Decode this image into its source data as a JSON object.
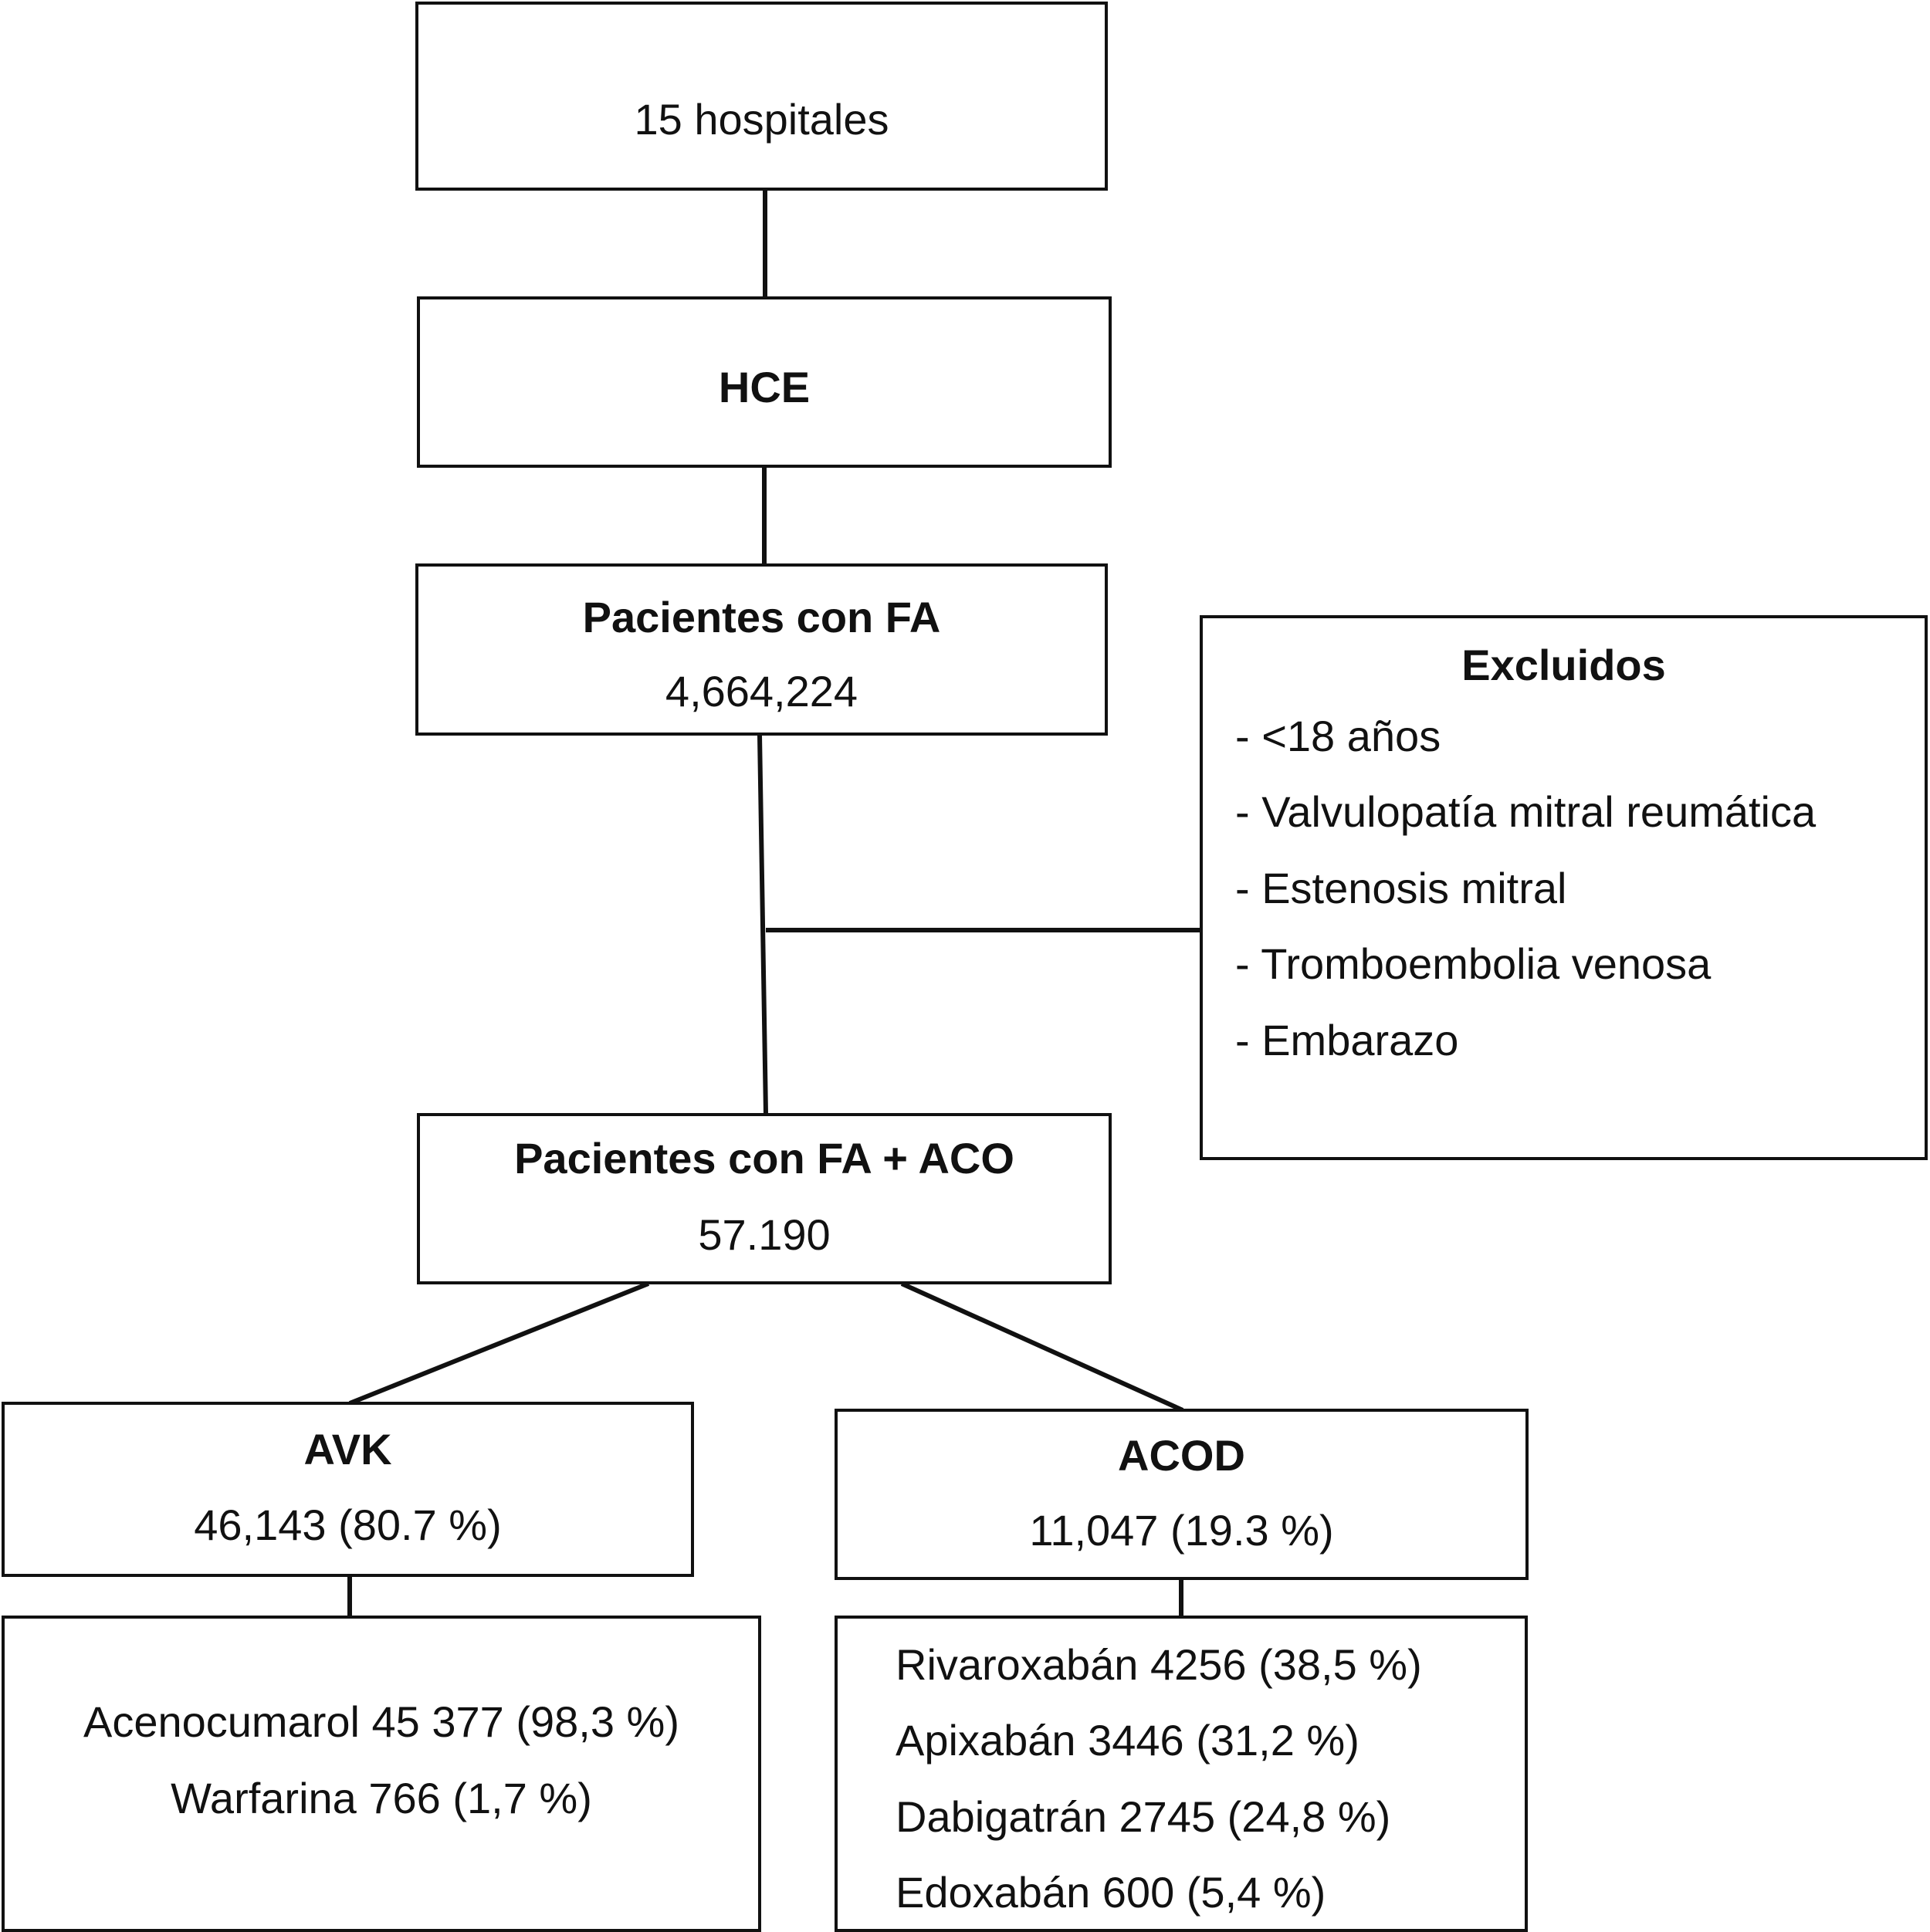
{
  "hospitals": {
    "label": "15 hospitales"
  },
  "hce": {
    "label": "HCE"
  },
  "fa": {
    "title": "Pacientes con FA",
    "count": "4,664,224"
  },
  "excluded": {
    "title": "Excluidos",
    "items": [
      "- <18 años",
      "- Valvulopatía mitral reumática",
      "- Estenosis mitral",
      "- Tromboembolia venosa",
      "- Embarazo"
    ]
  },
  "fa_aco": {
    "title": "Pacientes con FA + ACO",
    "count": "57.190"
  },
  "avk": {
    "title": "AVK",
    "count": "46,143 (80.7 %)",
    "drugs": [
      "Acenocumarol 45 377 (98,3 %)",
      "Warfarina 766 (1,7 %)"
    ]
  },
  "acod": {
    "title": "ACOD",
    "count": "11,047 (19.3  %)",
    "drugs": [
      "Rivaroxabán 4256 (38,5 %)",
      "Apixabán 3446 (31,2 %)",
      "Dabigatrán 2745 (24,8 %)",
      "Edoxabán 600 (5,4 %)"
    ]
  }
}
